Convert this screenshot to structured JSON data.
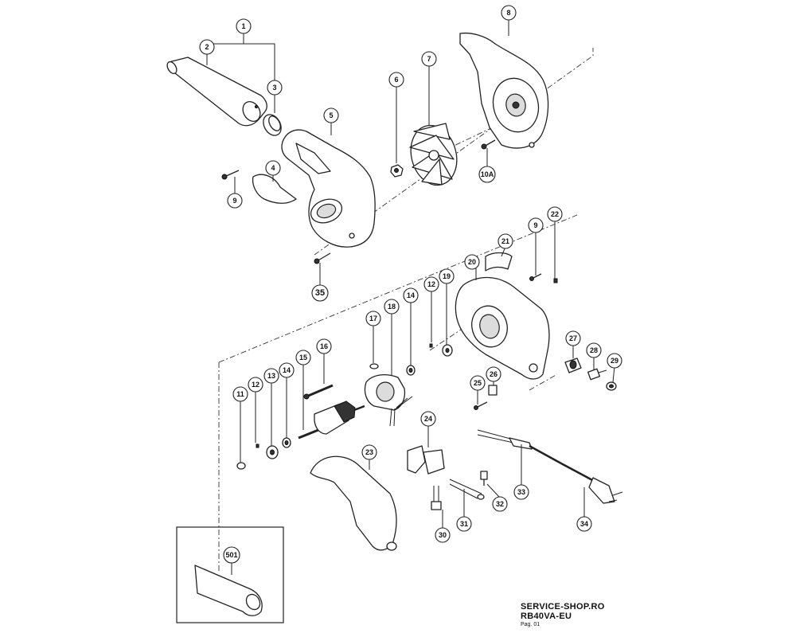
{
  "callouts": {
    "c1": "1",
    "c2": "2",
    "c3": "3",
    "c4": "4",
    "c5": "5",
    "c6": "6",
    "c7": "7",
    "c8": "8",
    "c9a": "9",
    "c10a": "10A",
    "c35": "35",
    "c9b": "9",
    "c22": "22",
    "c21": "21",
    "c20": "20",
    "c12a": "12",
    "c19": "19",
    "c18": "18",
    "c14a": "14",
    "c17": "17",
    "c16": "16",
    "c15": "15",
    "c11": "11",
    "c12b": "12",
    "c13": "13",
    "c14b": "14",
    "c27": "27",
    "c28": "28",
    "c29": "29",
    "c26": "26",
    "c25": "25",
    "c24": "24",
    "c23": "23",
    "c32": "32",
    "c33": "33",
    "c34": "34",
    "c30": "30",
    "c31": "31",
    "c501": "501"
  },
  "title_block": {
    "shop": "SERVICE-SHOP.RO",
    "model": "RB40VA-EU",
    "page": "Pag. 01"
  }
}
